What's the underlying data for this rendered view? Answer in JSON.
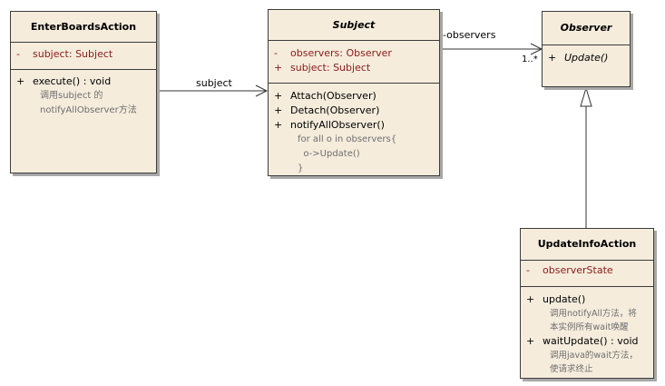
{
  "enter": {
    "name": "EnterBoardsAction",
    "attr_vis": "-",
    "attr": "subject:  Subject",
    "op_vis": "+",
    "op": "execute() : void",
    "note1": "调用subject 的",
    "note2": "notifyAllObserver方法"
  },
  "subject": {
    "name": "Subject",
    "attrs": [
      {
        "vis": "-",
        "text": "observers:  Observer"
      },
      {
        "vis": "+",
        "text": "subject:  Subject"
      }
    ],
    "ops": [
      {
        "vis": "+",
        "text": "Attach(Observer)"
      },
      {
        "vis": "+",
        "text": "Detach(Observer)"
      },
      {
        "vis": "+",
        "text": "notifyAllObserver()"
      }
    ],
    "code1": "for all o in observers{",
    "code2": "  o->Update()",
    "code3": "}"
  },
  "observer": {
    "name": "Observer",
    "op_vis": "+",
    "op": "Update()"
  },
  "update_info": {
    "name": "UpdateInfoAction",
    "attr_vis": "-",
    "attr": "observerState",
    "ops": [
      {
        "vis": "+",
        "text": "update()"
      },
      {
        "vis": "+",
        "text": "waitUpdate() : void"
      }
    ],
    "note1a": "调用notifyAll方法，将",
    "note1b": "本实例所有wait唤醒",
    "note2a": "调用java的wait方法，",
    "note2b": "使请求终止"
  },
  "links": {
    "subject_label": "subject",
    "observers_label": "-observers",
    "multiplicity": "1..*"
  }
}
